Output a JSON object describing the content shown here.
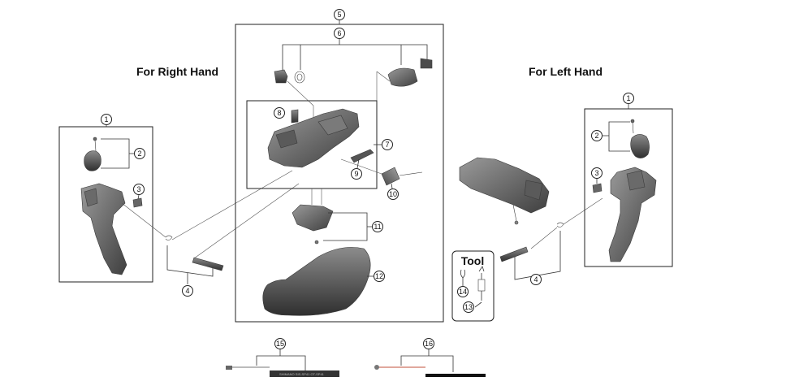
{
  "headings": {
    "right_hand": "For Right Hand",
    "left_hand": "For Left Hand"
  },
  "tool_box": {
    "title": "Tool"
  },
  "callouts": [
    "1",
    "2",
    "3",
    "4",
    "5",
    "6",
    "7",
    "8",
    "9",
    "10",
    "11",
    "12",
    "13",
    "14",
    "15",
    "16"
  ],
  "cable_print": "SHIMANO SIS-SP41 OT-SP41"
}
